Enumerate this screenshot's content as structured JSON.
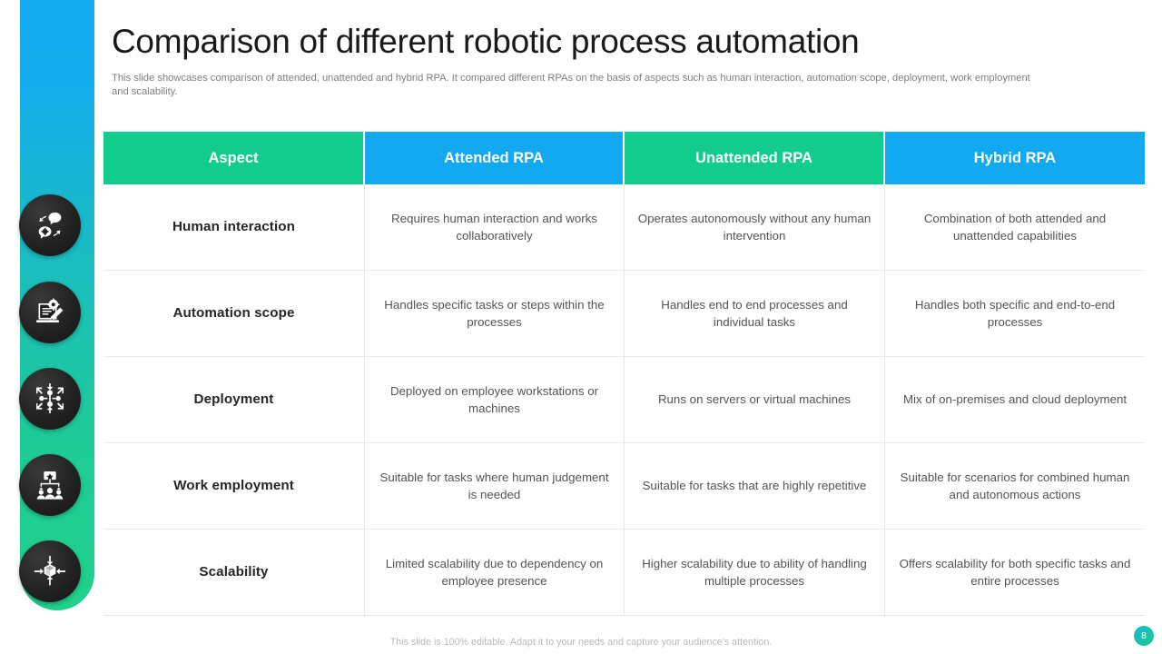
{
  "slide": {
    "title": "Comparison of different robotic process automation",
    "subtitle": "This slide showcases comparison of attended, unattended and hybrid RPA. It compared different RPAs on the basis of aspects such as human interaction, automation scope, deployment, work employment and scalability.",
    "footer_note": "This slide is 100% editable. Adapt it to your needs and capture your audience's attention.",
    "page_number": "8"
  },
  "colors": {
    "green": "#11CC8C",
    "blue": "#12A9F0",
    "sidebar_top": "#13AAF0",
    "sidebar_bottom": "#20D08B",
    "icon_circle": "#1d1d1d",
    "title_text": "#1a1a1a",
    "body_text": "#545454",
    "muted_text": "#7e7e7e",
    "footer_text": "#b9b9b9"
  },
  "sidebar": {
    "icons": [
      {
        "name": "human-interaction-icon",
        "label": "Human interaction"
      },
      {
        "name": "automation-scope-icon",
        "label": "Automation scope"
      },
      {
        "name": "deployment-network-icon",
        "label": "Deployment"
      },
      {
        "name": "work-employment-team-icon",
        "label": "Work employment"
      },
      {
        "name": "scalability-cube-icon",
        "label": "Scalability"
      }
    ]
  },
  "table": {
    "headers": [
      {
        "label": "Aspect",
        "color": "#11CC8C"
      },
      {
        "label": "Attended RPA",
        "color": "#12A9F0"
      },
      {
        "label": "Unattended RPA",
        "color": "#11CC8C"
      },
      {
        "label": "Hybrid RPA",
        "color": "#12A9F0"
      }
    ],
    "rows": [
      {
        "aspect": "Human interaction",
        "attended": "Requires human interaction and works collaboratively",
        "unattended": "Operates autonomously without any human intervention",
        "hybrid": "Combination of both attended and unattended capabilities"
      },
      {
        "aspect": "Automation scope",
        "attended": "Handles specific tasks or steps within the processes",
        "unattended": "Handles end to end processes and individual tasks",
        "hybrid": "Handles both specific and end-to-end processes"
      },
      {
        "aspect": "Deployment",
        "attended": "Deployed on employee workstations or machines",
        "unattended": "Runs on servers or virtual machines",
        "hybrid": "Mix of on-premises and cloud deployment"
      },
      {
        "aspect": "Work employment",
        "attended": "Suitable for tasks where human judgement is needed",
        "unattended": "Suitable for tasks that are highly repetitive",
        "hybrid": "Suitable for scenarios for combined human and autonomous actions"
      },
      {
        "aspect": "Scalability",
        "attended": "Limited scalability due to dependency on employee presence",
        "unattended": "Higher scalability due to ability of handling multiple processes",
        "hybrid": "Offers scalability for both specific tasks and entire processes"
      }
    ]
  }
}
